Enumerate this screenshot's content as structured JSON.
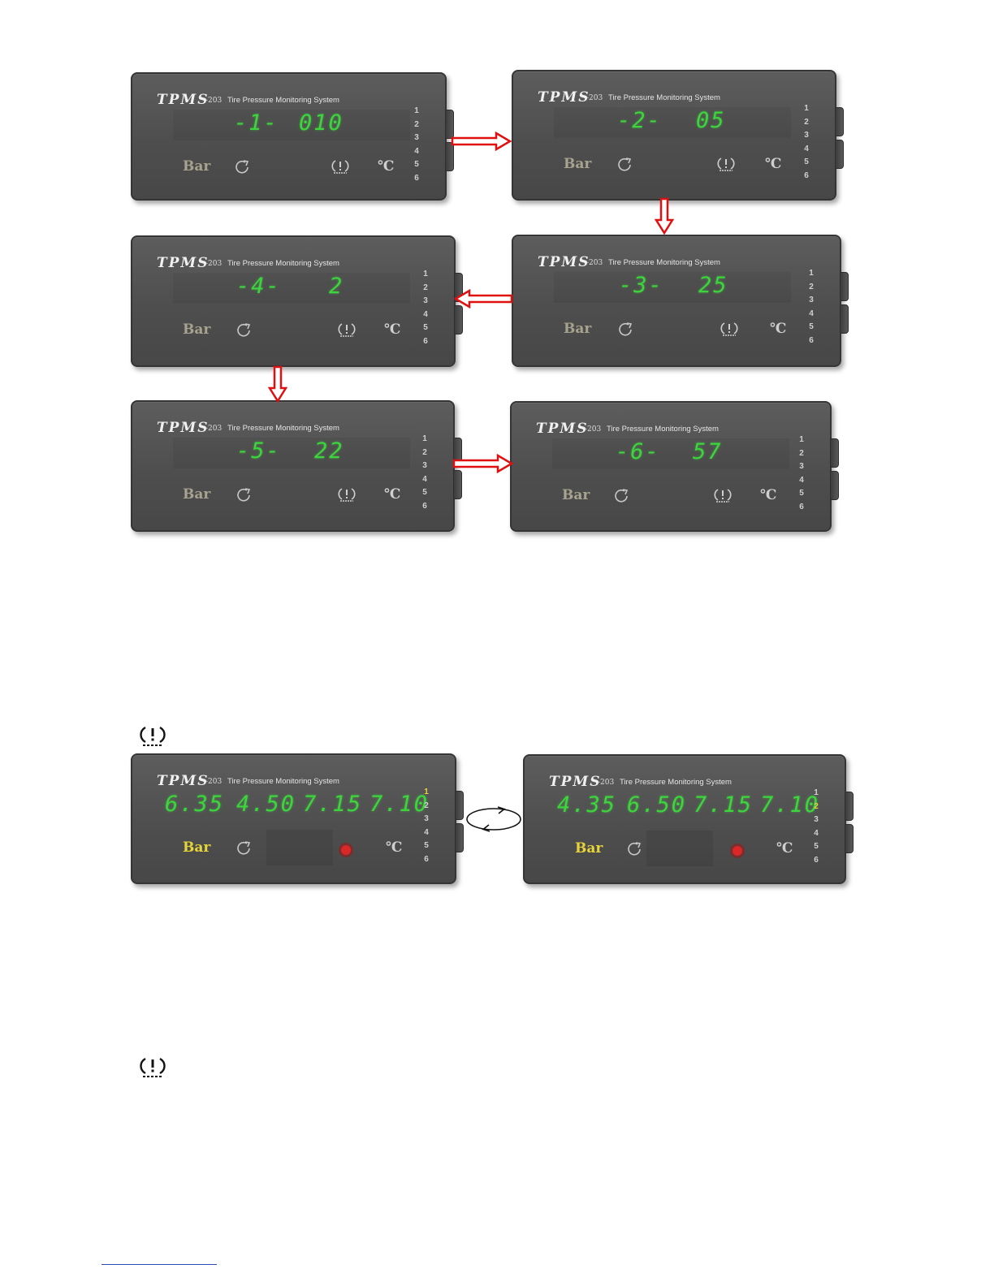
{
  "device": {
    "brand": "TPMS",
    "model": "-203",
    "tagline": "Tire Pressure Monitoring System",
    "unit": "Bar",
    "celsius": "℃",
    "sensor_numbers": [
      "1",
      "2",
      "3",
      "4",
      "5",
      "6"
    ]
  },
  "icons": {
    "unit": "bar-unit",
    "reset": "reset-arrow-icon",
    "alarm": "tire-pressure-warning-icon",
    "temperature": "celsius-icon"
  },
  "colors": {
    "digits": "#3cd63c",
    "active_label": "#e6d43a",
    "alarm_lit": "#d92828",
    "arrow": "#e01010"
  },
  "sequence": [
    {
      "id": "-1-",
      "value": "010"
    },
    {
      "id": "-2-",
      "value": "05"
    },
    {
      "id": "-3-",
      "value": "25"
    },
    {
      "id": "-4-",
      "value": "2"
    },
    {
      "id": "-5-",
      "value": "22"
    },
    {
      "id": "-6-",
      "value": "57"
    }
  ],
  "alternating": [
    {
      "values": [
        "6.35",
        "4.50",
        "7.15",
        "7.10"
      ],
      "highlighted_sensor": "1"
    },
    {
      "values": [
        "4.35",
        "6.50",
        "7.15",
        "7.10"
      ],
      "highlighted_sensor": "2"
    }
  ]
}
